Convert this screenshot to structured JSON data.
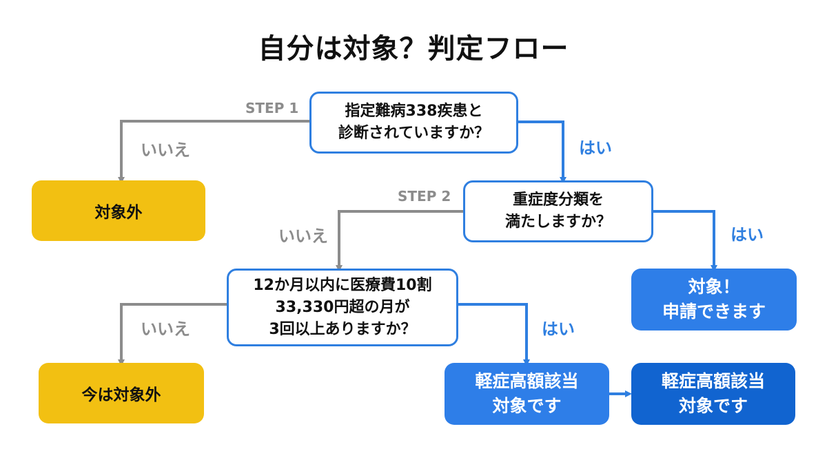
{
  "title": "自分は対象？判定フロー",
  "colors": {
    "question_border": "#2f7fe0",
    "yes_arrow": "#2f7fe0",
    "no_arrow": "#8c8c8c",
    "not_eligible": "#f2c012",
    "eligible": "#2e7ee8",
    "eligible_dark": "#1164d0"
  },
  "steps": {
    "step1": "STEP 1",
    "step2": "STEP 2"
  },
  "questions": {
    "q1": {
      "line1": "指定難病338疾患と",
      "line2": "診断されていますか？"
    },
    "q2": {
      "line1": "重症度分類を",
      "line2": "満たしますか？"
    },
    "q3": {
      "line1": "12か月以内に医療費10割",
      "line2": "33,330円超の月が",
      "line3": "3回以上ありますか？"
    }
  },
  "answers": {
    "no1": "いいえ",
    "yes1": "はい",
    "no2": "いいえ",
    "yes2": "はい",
    "no3": "いいえ",
    "yes3": "はい"
  },
  "results": {
    "not_eligible": "対象外",
    "eligible": {
      "line1": "対象！",
      "line2": "申請できます"
    },
    "not_yet": "今は対象外",
    "mild_high_cost": {
      "line1": "軽症高額該当",
      "line2": "対象です"
    },
    "mild_high_cost_final": {
      "line1": "軽症高額該当",
      "line2": "対象です"
    }
  }
}
